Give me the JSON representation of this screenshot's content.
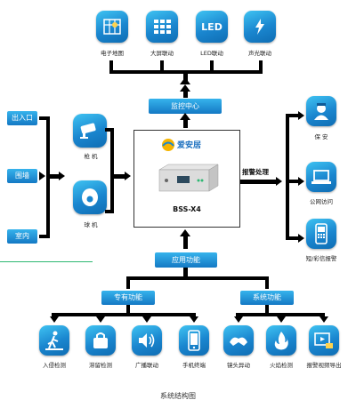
{
  "top_icons": [
    {
      "label": "电子地图",
      "icon": "map-icon"
    },
    {
      "label": "大屏联动",
      "icon": "grid-screen-icon"
    },
    {
      "label": "LED联动",
      "icon": "led-icon",
      "glyph": "LED"
    },
    {
      "label": "声光联动",
      "icon": "siren-icon"
    }
  ],
  "monitor_center": "监控中心",
  "inputs": [
    "出入口",
    "围墙",
    "室内"
  ],
  "cameras": [
    {
      "label": "枪 机",
      "icon": "bullet-camera-icon"
    },
    {
      "label": "球 机",
      "icon": "dome-camera-icon"
    }
  ],
  "device": {
    "brand": "爱安居",
    "model": "BSS-X4"
  },
  "alarm_processing": "报警处理",
  "outputs": [
    {
      "label": "保 安",
      "icon": "security-guard-icon"
    },
    {
      "label": "公网访问",
      "icon": "laptop-icon"
    },
    {
      "label": "短/彩信报警",
      "icon": "mobile-phone-icon"
    }
  ],
  "app_functions": "应用功能",
  "dedicated_functions": "专有功能",
  "system_functions": "系统功能",
  "bottom_icons": [
    {
      "label": "入侵检测",
      "icon": "intrusion-icon"
    },
    {
      "label": "滞留检测",
      "icon": "bag-icon"
    },
    {
      "label": "广播联动",
      "icon": "speaker-icon"
    },
    {
      "label": "手机终端",
      "icon": "phone-icon"
    },
    {
      "label": "镜头异动",
      "icon": "hands-icon"
    },
    {
      "label": "火焰检测",
      "icon": "flame-icon"
    },
    {
      "label": "报警视频导出",
      "icon": "video-export-icon"
    }
  ],
  "caption": "系统结构图",
  "colors": {
    "tile_blue": "#1a86cf",
    "tile_light": "#3fc3f2",
    "box_border": "#333333",
    "green_line": "#2eb872"
  }
}
